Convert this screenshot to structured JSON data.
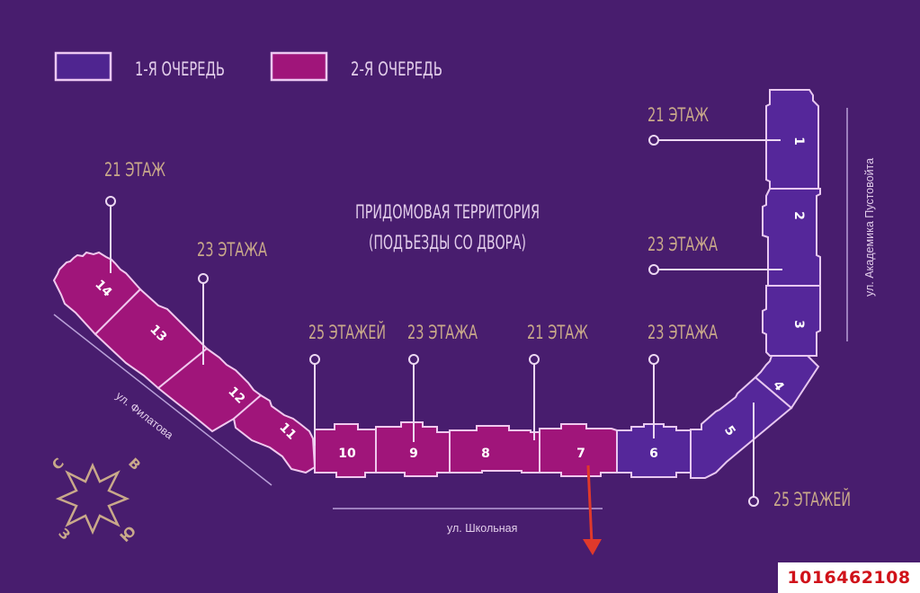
{
  "legend": {
    "items": [
      {
        "label": "1-Я ОЧЕРЕДЬ",
        "color": "#4f2590"
      },
      {
        "label": "2-Я ОЧЕРЕДЬ",
        "color": "#a0157a"
      }
    ]
  },
  "territory": {
    "line1": "ПРИДОМОВАЯ ТЕРРИТОРИЯ",
    "line2": "(ПОДЪЕЗДЫ СО ДВОРА)"
  },
  "floor_labels": {
    "b1": "21 ЭТАЖ",
    "b2": "23 ЭТАЖА",
    "b3": "23 ЭТАЖА",
    "b4_5": "25 ЭТАЖЕЙ",
    "b6": "23 ЭТАЖА",
    "b7_8": "21 ЭТАЖ",
    "b9": "23 ЭТАЖА",
    "b10_11": "25 ЭТАЖЕЙ",
    "b12_13": "23 ЭТАЖА",
    "b14": "21 ЭТАЖ"
  },
  "buildings": {
    "n1": "1",
    "n2": "2",
    "n3": "3",
    "n4": "4",
    "n5": "5",
    "n6": "6",
    "n7": "7",
    "n8": "8",
    "n9": "9",
    "n10": "10",
    "n11": "11",
    "n12": "12",
    "n13": "13",
    "n14": "14"
  },
  "streets": {
    "east": "ул. Академика Пустовойта",
    "south": "ул. Школьная",
    "west": "ул. Филатова"
  },
  "compass": {
    "n": "С",
    "e": "В",
    "s": "Ю",
    "w": "З"
  },
  "colors": {
    "background": "#481d6e",
    "phase1": "#4f2590",
    "phase2": "#a0157a",
    "outline": "#e8c8f0",
    "floor_text": "#c9a98a",
    "arrow": "#e0392b",
    "id_text": "#d0121a"
  },
  "listing_id": "1016462108"
}
